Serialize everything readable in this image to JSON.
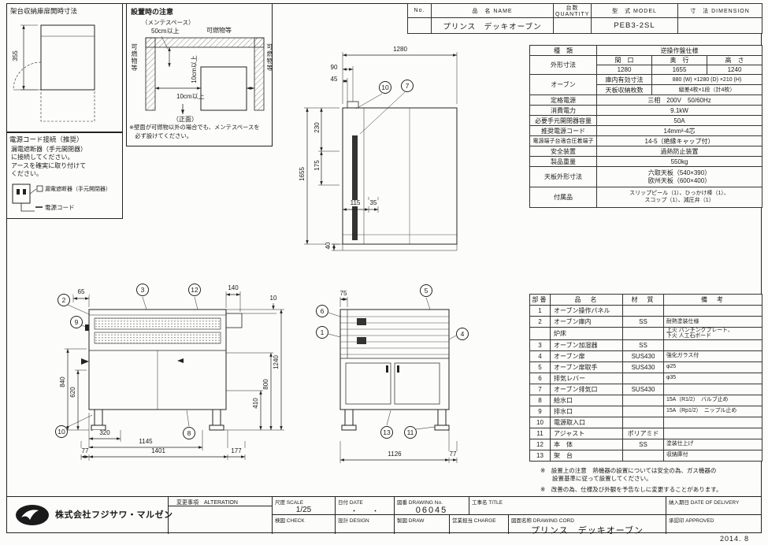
{
  "sheet": {
    "date_note": "2014. 8"
  },
  "header_table": {
    "no": "No.",
    "name_h": "品　名 NAME",
    "qty_h": "台数 QUANTITY",
    "model_h": "型　式 MODEL",
    "dim_h": "寸　法 DIMENSION",
    "name_v": "プリンス　デッキオーブン",
    "qty_v": "",
    "model_v": "PEB3-2SL",
    "dim_v": ""
  },
  "rack_box": {
    "title": "架台収納庫扉開時寸法"
  },
  "power_box": {
    "title": "電源コード接続（推奨）",
    "line1": "漏電遮断器（手元開閉器）",
    "line2": "に接続してください。",
    "line3": "アースを確実に取り付けて",
    "line4": "ください。",
    "legend1": "漏電遮断器（手元開閉器）",
    "legend2": "電源コード"
  },
  "install_box": {
    "title": "設置時の注意",
    "mente": "（メンテスペース）",
    "cm50": "50cm以上",
    "kanen": "可燃物等",
    "cm10": "10cm以上",
    "front": "（正面）",
    "note1": "※壁面が可燃物以外の場合でも、メンテスペースを",
    "note2": "　必ず設けてください。"
  },
  "spec": {
    "kind_l": "種　類",
    "kind_v": "逆操作盤仕様",
    "size_l": "外形寸法",
    "w_h": "間　口",
    "d_h": "奥　行",
    "h_h": "高　さ",
    "w_v": "1280",
    "d_v": "1655",
    "h_v": "1240",
    "oven_l": "オーブン",
    "inner_l": "庫内有効寸法",
    "inner_v": "880 (W) ×1280 (D) ×210 (H)",
    "pan_l": "天板収納枚数",
    "pan_v": "縦差4枚×1段（計4枚）",
    "rows": [
      {
        "l": "定格電源",
        "v": "三相　200V　50/60Hz"
      },
      {
        "l": "消費電力",
        "v": "9.1kW"
      },
      {
        "l": "必要手元開閉器容量",
        "v": "50A"
      },
      {
        "l": "推奨電源コード",
        "v": "14mm²-4芯"
      },
      {
        "l": "電源端子台適合圧着端子",
        "v": "14-5（絶縁キャップ付）"
      },
      {
        "l": "安全装置",
        "v": "過熱防止装置"
      },
      {
        "l": "製品重量",
        "v": "550kg"
      },
      {
        "l": "天板外形寸法",
        "v": "六取天板（540×390）\n欧州天板（600×400）"
      },
      {
        "l": "付属品",
        "v": "スリップピール（1）、ひっかけ棒（1）、\nスコップ（1）、減圧弁（1）"
      }
    ]
  },
  "parts": {
    "h_no": "部番",
    "h_name": "品　名",
    "h_mat": "材　質",
    "h_note": "備　考",
    "rows": [
      {
        "no": "1",
        "name": "オーブン操作パネル",
        "mat": "",
        "note": ""
      },
      {
        "no": "2",
        "name": "オーブン庫内",
        "mat": "SS",
        "note": "耐熱塗装仕様"
      },
      {
        "no": "",
        "name": "炉床",
        "mat": "",
        "note": "上火 パンチングプレート、\n下火 人工石ボード"
      },
      {
        "no": "3",
        "name": "オーブン加湿器",
        "mat": "SS",
        "note": ""
      },
      {
        "no": "4",
        "name": "オーブン扉",
        "mat": "SUS430",
        "note": "強化ガラス付"
      },
      {
        "no": "5",
        "name": "オーブン扉取手",
        "mat": "SUS430",
        "note": "φ25"
      },
      {
        "no": "6",
        "name": "排気レバー",
        "mat": "",
        "note": "φ35"
      },
      {
        "no": "7",
        "name": "オーブン排気口",
        "mat": "SUS430",
        "note": ""
      },
      {
        "no": "8",
        "name": "給水口",
        "mat": "",
        "note": "15A（R1/2）　バルブ止め"
      },
      {
        "no": "9",
        "name": "排水口",
        "mat": "",
        "note": "15A（Rp1/2）　ニップル止め"
      },
      {
        "no": "10",
        "name": "電源取入口",
        "mat": "",
        "note": ""
      },
      {
        "no": "11",
        "name": "アジャスト",
        "mat": "ポリアミド",
        "note": ""
      },
      {
        "no": "12",
        "name": "本　体",
        "mat": "SS",
        "note": "塗装仕上げ"
      },
      {
        "no": "13",
        "name": "架　台",
        "mat": "",
        "note": "収納庫付"
      }
    ]
  },
  "notes": {
    "n1a": "※　設置上の注意　熱機器の設置については安全の為、ガス機器の",
    "n1b": "　　設置基準に従って設置してください。",
    "n2": "※　改善の為、仕様及び外観を予告なしに変更することがあります。"
  },
  "titleblock": {
    "company": "株式会社フジサワ・マルゼン",
    "alteration": "変更事項　ALTERATION",
    "scale_l": "尺度 SCALE",
    "scale_v": "1/25",
    "date_l": "日付 DATE",
    "date_v": "・　　・",
    "dwg_l": "図番 DRAWING No.",
    "dwg_v": "06045",
    "title_l": "工事名 TITLE",
    "delivery_l": "納入期日 DATE OF DELIVERY",
    "check_l": "検図 CHECK",
    "design_l": "設計 DESIGN",
    "draw_l": "製図 DRAW",
    "charge_l": "営業担当 CHARGE",
    "name_l": "図面名称 DRAWING CORD",
    "name_v": "プリンス　デッキオーブン",
    "approved_l": "承認印 APPROVED"
  },
  "dims": {
    "plan_w": "1280",
    "plan_90": "90",
    "plan_45": "45",
    "plan_230": "230",
    "plan_175": "175",
    "plan_d": "1655",
    "plan_115": "115",
    "plan_35": "35",
    "plan_40": "40",
    "f_65": "65",
    "f_140": "140",
    "f_10": "10",
    "f_840": "840",
    "f_620": "620",
    "f_1240": "1240",
    "f_800": "800",
    "f_410": "410",
    "f_320": "320",
    "f_1145": "1145",
    "f_77": "77",
    "f_1401": "1401",
    "f_177": "177",
    "s_75": "75",
    "s_1126": "1126",
    "s_77": "77",
    "rack_355": "355"
  },
  "balloons": [
    "10",
    "7",
    "2",
    "3",
    "12",
    "9",
    "10",
    "8",
    "6",
    "1",
    "5",
    "4",
    "13",
    "11"
  ]
}
